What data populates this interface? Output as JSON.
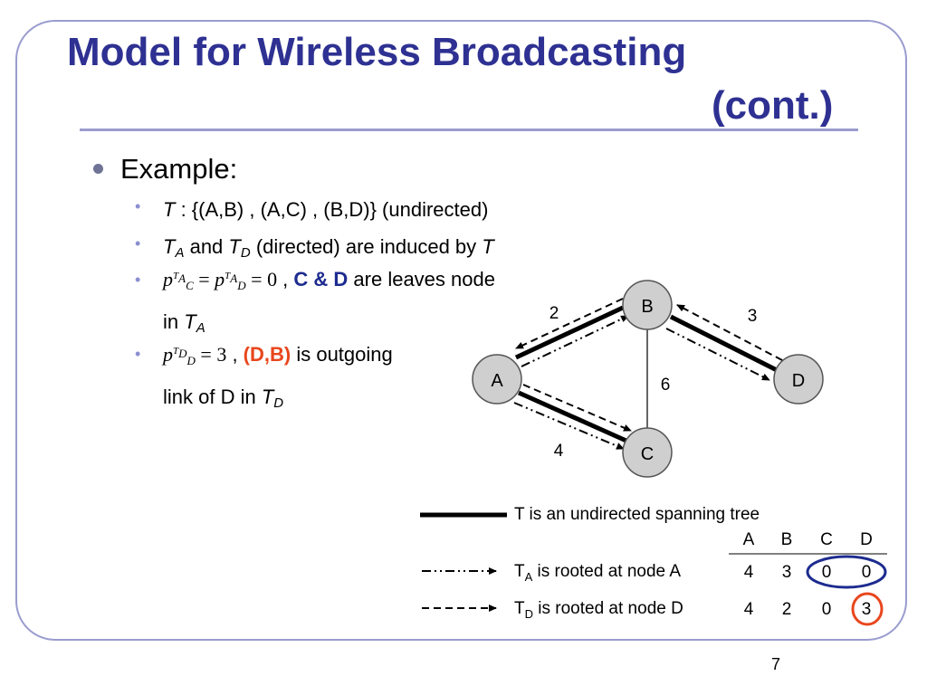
{
  "slide": {
    "title_line1": "Model for Wireless Broadcasting",
    "title_line2": "(cont.)",
    "page_number": "7"
  },
  "bullets": {
    "example": "Example:",
    "b1": {
      "t": "T",
      "rest": " : {(A,B) , (A,C) , (B,D)} (undirected)"
    },
    "b2": {
      "ta": "T",
      "ta_sub": "A",
      "and": " and ",
      "td": "T",
      "td_sub": "D",
      "rest": " (directed) are induced by ",
      "t_end": "T"
    },
    "b3": {
      "eq": {
        "p": "p",
        "c_sub": "C",
        "sup_t": "T",
        "sup_a": "A",
        "d_sub": "D",
        "eq": " = ",
        "zero": "0"
      },
      "sep": " , ",
      "cd": "C & D",
      "rest": " are leaves node",
      "line2": "in ",
      "ta": "T",
      "ta_sub": "A"
    },
    "b4": {
      "eq": {
        "p": "p",
        "sub": "D",
        "sup_t": "T",
        "sup_d": "D",
        "eq": " = ",
        "three": "3"
      },
      "sep": " , ",
      "db": "(D,B)",
      "rest": " is outgoing",
      "line2": "link of D in ",
      "td": "T",
      "td_sub": "D"
    }
  },
  "graph": {
    "nodes": [
      "A",
      "B",
      "C",
      "D"
    ],
    "edge_weights": {
      "AB": "2",
      "BD": "3",
      "BC": "6",
      "AC": "4"
    }
  },
  "legend": {
    "solid": "T is an undirected spanning tree",
    "dashdot": {
      "t": "T",
      "sub": "A",
      "rest": " is rooted at node A"
    },
    "dashed": {
      "t": "T",
      "sub": "D",
      "rest": " is rooted at node D"
    }
  },
  "table": {
    "headers": [
      "A",
      "B",
      "C",
      "D"
    ],
    "rows": [
      [
        "4",
        "3",
        "0",
        "0"
      ],
      [
        "4",
        "2",
        "0",
        "3"
      ]
    ]
  },
  "colors": {
    "title": "#2e3192",
    "frame": "#9a9ccf",
    "blue_emph": "#1d2b8f",
    "red_emph": "#e8461c",
    "circle_blue": "#1d2b8f",
    "circle_orange": "#e8461c",
    "node_fill": "#cfcfcf"
  }
}
